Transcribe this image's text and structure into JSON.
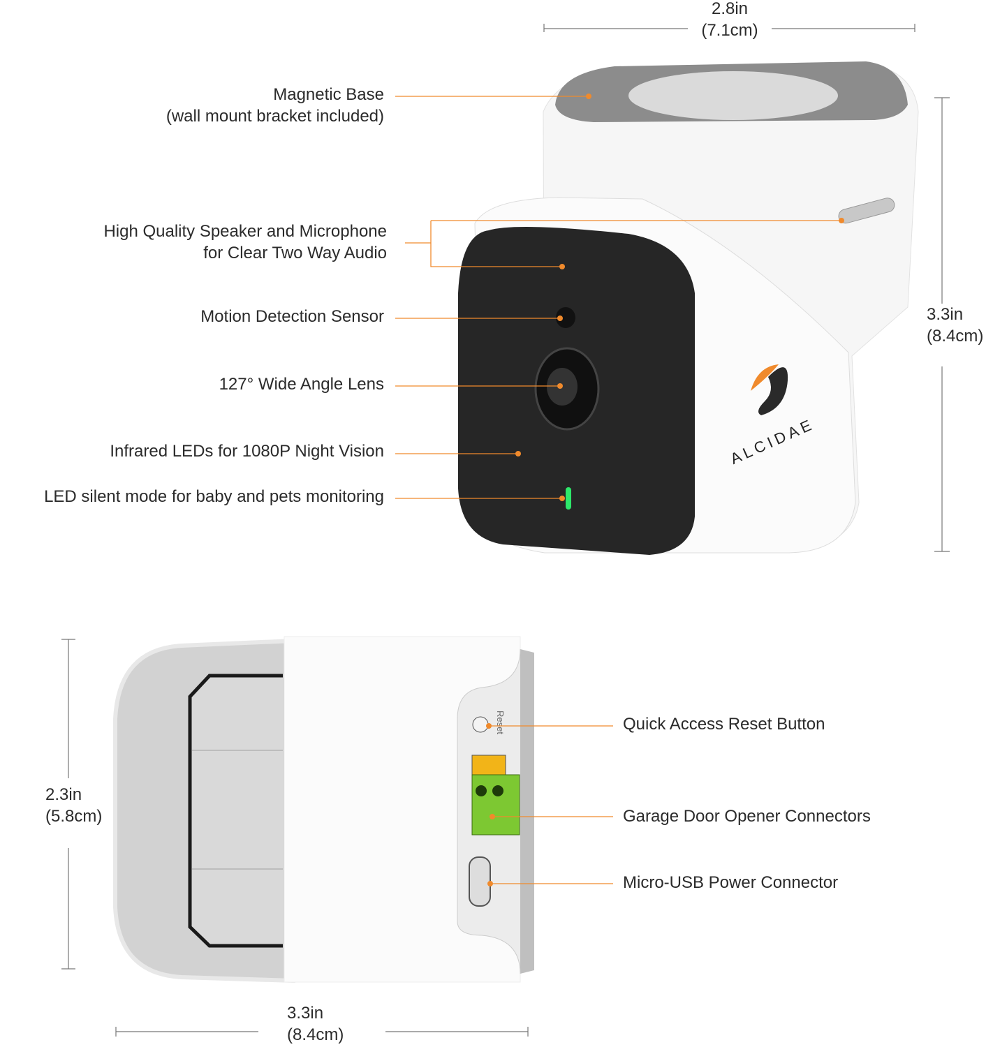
{
  "brand": {
    "logo_text": "ALCIDAE"
  },
  "colors": {
    "accent": "#f08a2c",
    "line": "#555555",
    "led": "#2ee86a",
    "connector_green": "#7dc832",
    "connector_yellow": "#f2b418"
  },
  "top_view": {
    "width_dimension": {
      "imperial": "2.8in",
      "metric": "(7.1cm)"
    },
    "height_dimension": {
      "imperial": "3.3in",
      "metric": "(8.4cm)"
    },
    "callouts": [
      {
        "line1": "Magnetic Base",
        "line2": "(wall mount bracket included)"
      },
      {
        "line1": "High Quality Speaker and Microphone",
        "line2": "for Clear Two Way Audio"
      },
      {
        "line1": "Motion Detection Sensor"
      },
      {
        "line1": "127° Wide Angle Lens"
      },
      {
        "line1": "Infrared LEDs for 1080P Night Vision"
      },
      {
        "line1": "LED silent mode for baby and pets monitoring"
      }
    ]
  },
  "side_view": {
    "height_dimension": {
      "imperial": "2.3in",
      "metric": "(5.8cm)"
    },
    "width_dimension": {
      "imperial": "3.3in",
      "metric": "(8.4cm)"
    },
    "reset_label": "Reset",
    "callouts": [
      {
        "line1": "Quick Access Reset Button"
      },
      {
        "line1": "Garage Door Opener Connectors"
      },
      {
        "line1": "Micro-USB Power Connector"
      }
    ]
  }
}
